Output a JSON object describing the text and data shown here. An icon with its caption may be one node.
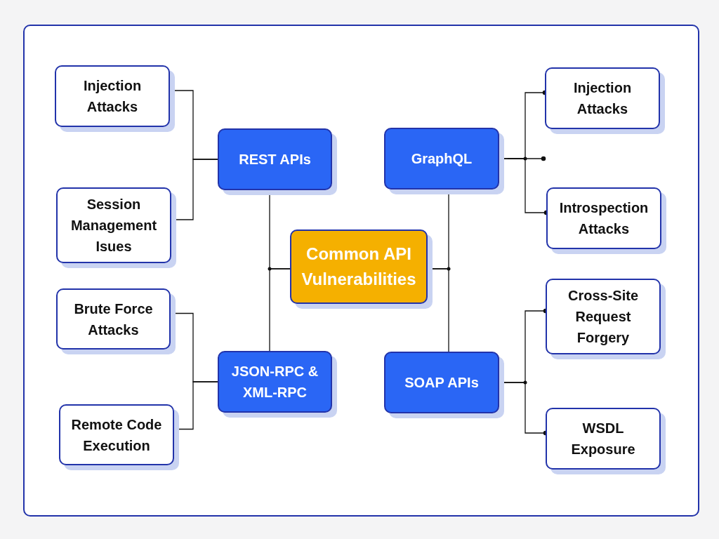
{
  "diagram": {
    "nodes": [
      {
        "text": [
          "Common API Vulnerabilities"
        ]
      },
      {
        "text": [
          "REST APIs"
        ]
      },
      {
        "text": [
          "JSON-RPC & XML-RPC"
        ]
      },
      {
        "text": [
          "GraphQL"
        ]
      },
      {
        "text": [
          "SOAP APIs"
        ]
      },
      {
        "text": [
          "Injection Attacks"
        ]
      },
      {
        "text": [
          "Session Management Isues"
        ]
      },
      {
        "text": [
          "Brute Force Attacks"
        ]
      },
      {
        "text": [
          "Remote Code Execution"
        ]
      },
      {
        "text": [
          "Injection Attacks"
        ]
      },
      {
        "text": [
          "Introspection Attacks"
        ]
      },
      {
        "text": [
          "Cross-Site Request Forgery"
        ]
      },
      {
        "text": [
          "WSDL Exposure"
        ]
      }
    ],
    "edges": [
      {
        "from": 0,
        "to": 1,
        "arrow": "none"
      },
      {
        "from": 0,
        "to": 2,
        "arrow": "none"
      },
      {
        "from": 0,
        "to": 3,
        "arrow": "none"
      },
      {
        "from": 0,
        "to": 4,
        "arrow": "none"
      },
      {
        "from": 1,
        "to": 5,
        "arrow": "other"
      },
      {
        "from": 1,
        "to": 6,
        "arrow": "none"
      },
      {
        "from": 2,
        "to": 7,
        "arrow": "other"
      },
      {
        "from": 2,
        "to": 8,
        "arrow": "none"
      },
      {
        "from": 3,
        "to": 9,
        "arrow": "other"
      },
      {
        "from": 3,
        "to": 10,
        "arrow": "other"
      },
      {
        "from": 3,
        "to": null,
        "arrow": "other"
      },
      {
        "from": 4,
        "to": 11,
        "arrow": "other"
      },
      {
        "from": 4,
        "to": 12,
        "arrow": "other"
      }
    ]
  }
}
